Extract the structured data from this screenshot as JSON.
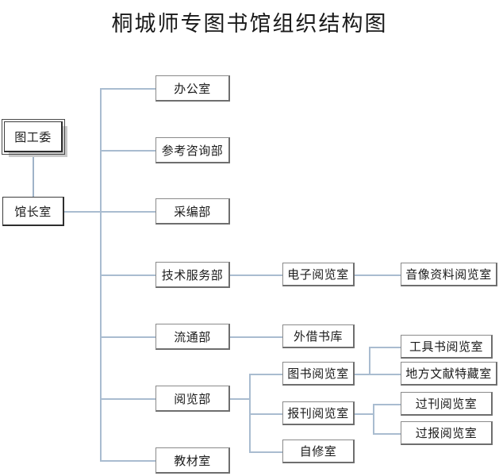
{
  "title": "桐城师专图书馆组织结构图",
  "diagram": {
    "type": "organization-chart",
    "orientation": "left-to-right",
    "line_color": "#a9bcd0",
    "box_border_color": "#8a8a8a",
    "root_shadow_color": "#c9c9c9",
    "nodes": {
      "committee": "图工委",
      "director": "馆长室",
      "office": "办公室",
      "reference": "参考咨询部",
      "acquisition": "采编部",
      "tech_service": "技术服务部",
      "circulation": "流通部",
      "reading": "阅览部",
      "textbook": "教材室",
      "e_reading": "电子阅览室",
      "external_stack": "外借书库",
      "book_reading": "图书阅览室",
      "periodical_reading": "报刊阅览室",
      "self_study": "自修室",
      "av_reading": "音像资料阅览室",
      "reference_book_reading": "工具书阅览室",
      "local_docs": "地方文献特藏室",
      "back_periodical": "过刊阅览室",
      "back_newspaper": "过报阅览室"
    },
    "hierarchy": [
      {
        "label": "图工委",
        "children": [
          "馆长室"
        ]
      },
      {
        "label": "馆长室",
        "children": [
          "办公室",
          "参考咨询部",
          "采编部",
          "技术服务部",
          "流通部",
          "阅览部",
          "教材室"
        ]
      },
      {
        "label": "技术服务部",
        "children": [
          "电子阅览室"
        ]
      },
      {
        "label": "电子阅览室",
        "children": [
          "音像资料阅览室"
        ]
      },
      {
        "label": "流通部",
        "children": [
          "外借书库"
        ]
      },
      {
        "label": "阅览部",
        "children": [
          "图书阅览室",
          "报刊阅览室",
          "自修室"
        ]
      },
      {
        "label": "图书阅览室",
        "children": [
          "工具书阅览室",
          "地方文献特藏室"
        ]
      },
      {
        "label": "报刊阅览室",
        "children": [
          "过刊阅览室",
          "过报阅览室"
        ]
      }
    ]
  }
}
